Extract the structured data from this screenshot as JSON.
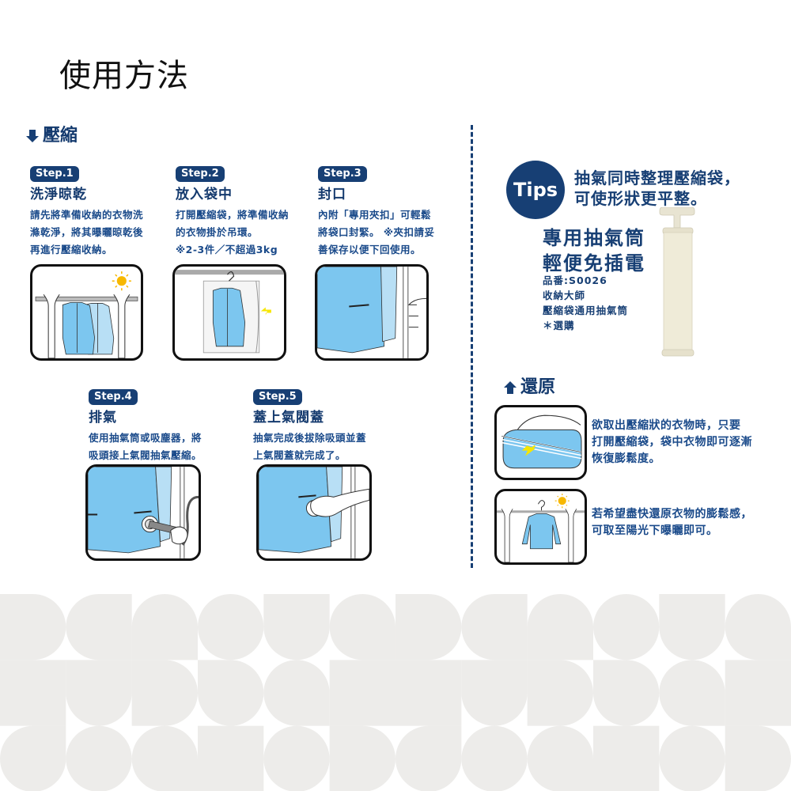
{
  "page_title": "使用方法",
  "compress_section": {
    "heading": "壓縮",
    "icon": "arrow-down-icon",
    "steps": [
      {
        "badge": "Step.1",
        "title": "洗淨晾乾",
        "desc": "請先將準備收納的衣物洗\n滌乾淨，將其曝曬晾乾後\n再進行壓縮收納。",
        "illustration": "clothes-drying-rack"
      },
      {
        "badge": "Step.2",
        "title": "放入袋中",
        "desc": "打開壓縮袋，將準備收納\n的衣物掛於吊環。\n※2-3件／不超過3kg",
        "illustration": "clothes-into-bag"
      },
      {
        "badge": "Step.3",
        "title": "封口",
        "desc": "內附「專用夾扣」可輕鬆\n將袋口封緊。 ※夾扣請妥\n善保存以便下回使用。",
        "illustration": "sealing-bag"
      },
      {
        "badge": "Step.4",
        "title": "排氣",
        "desc": "使用抽氣筒或吸塵器，將\n吸頭接上氣閥抽氣壓縮。",
        "illustration": "vacuum-valve"
      },
      {
        "badge": "Step.5",
        "title": "蓋上氣閥蓋",
        "desc": "抽氣完成後拔除吸頭並蓋\n上氣閥蓋就完成了。",
        "illustration": "cap-valve"
      }
    ]
  },
  "tips": {
    "badge": "Tips",
    "text": "抽氣同時整理壓縮袋，\n可使形狀更平整。",
    "pump_title": "專用抽氣筒\n輕便免插電",
    "pump_info": [
      "品番:S0026",
      "收納大師",
      "壓縮袋通用抽氣筒",
      "＊選購"
    ]
  },
  "restore_section": {
    "heading": "還原",
    "icon": "arrow-up-icon",
    "items": [
      {
        "text": "欲取出壓縮狀的衣物時，只要\n打開壓縮袋，袋中衣物即可逐漸\n恢復膨鬆度。",
        "illustration": "compressed-bag"
      },
      {
        "text": "若希望盡快還原衣物的膨鬆感，\n可取至陽光下曝曬即可。",
        "illustration": "sweater-drying"
      }
    ]
  },
  "colors": {
    "brand_navy": "#173f74",
    "text_blue": "#1a4a8a",
    "clothing_blue": "#7cc6ef",
    "sun_yellow": "#f7b800",
    "pattern_gray": "#edecea"
  }
}
